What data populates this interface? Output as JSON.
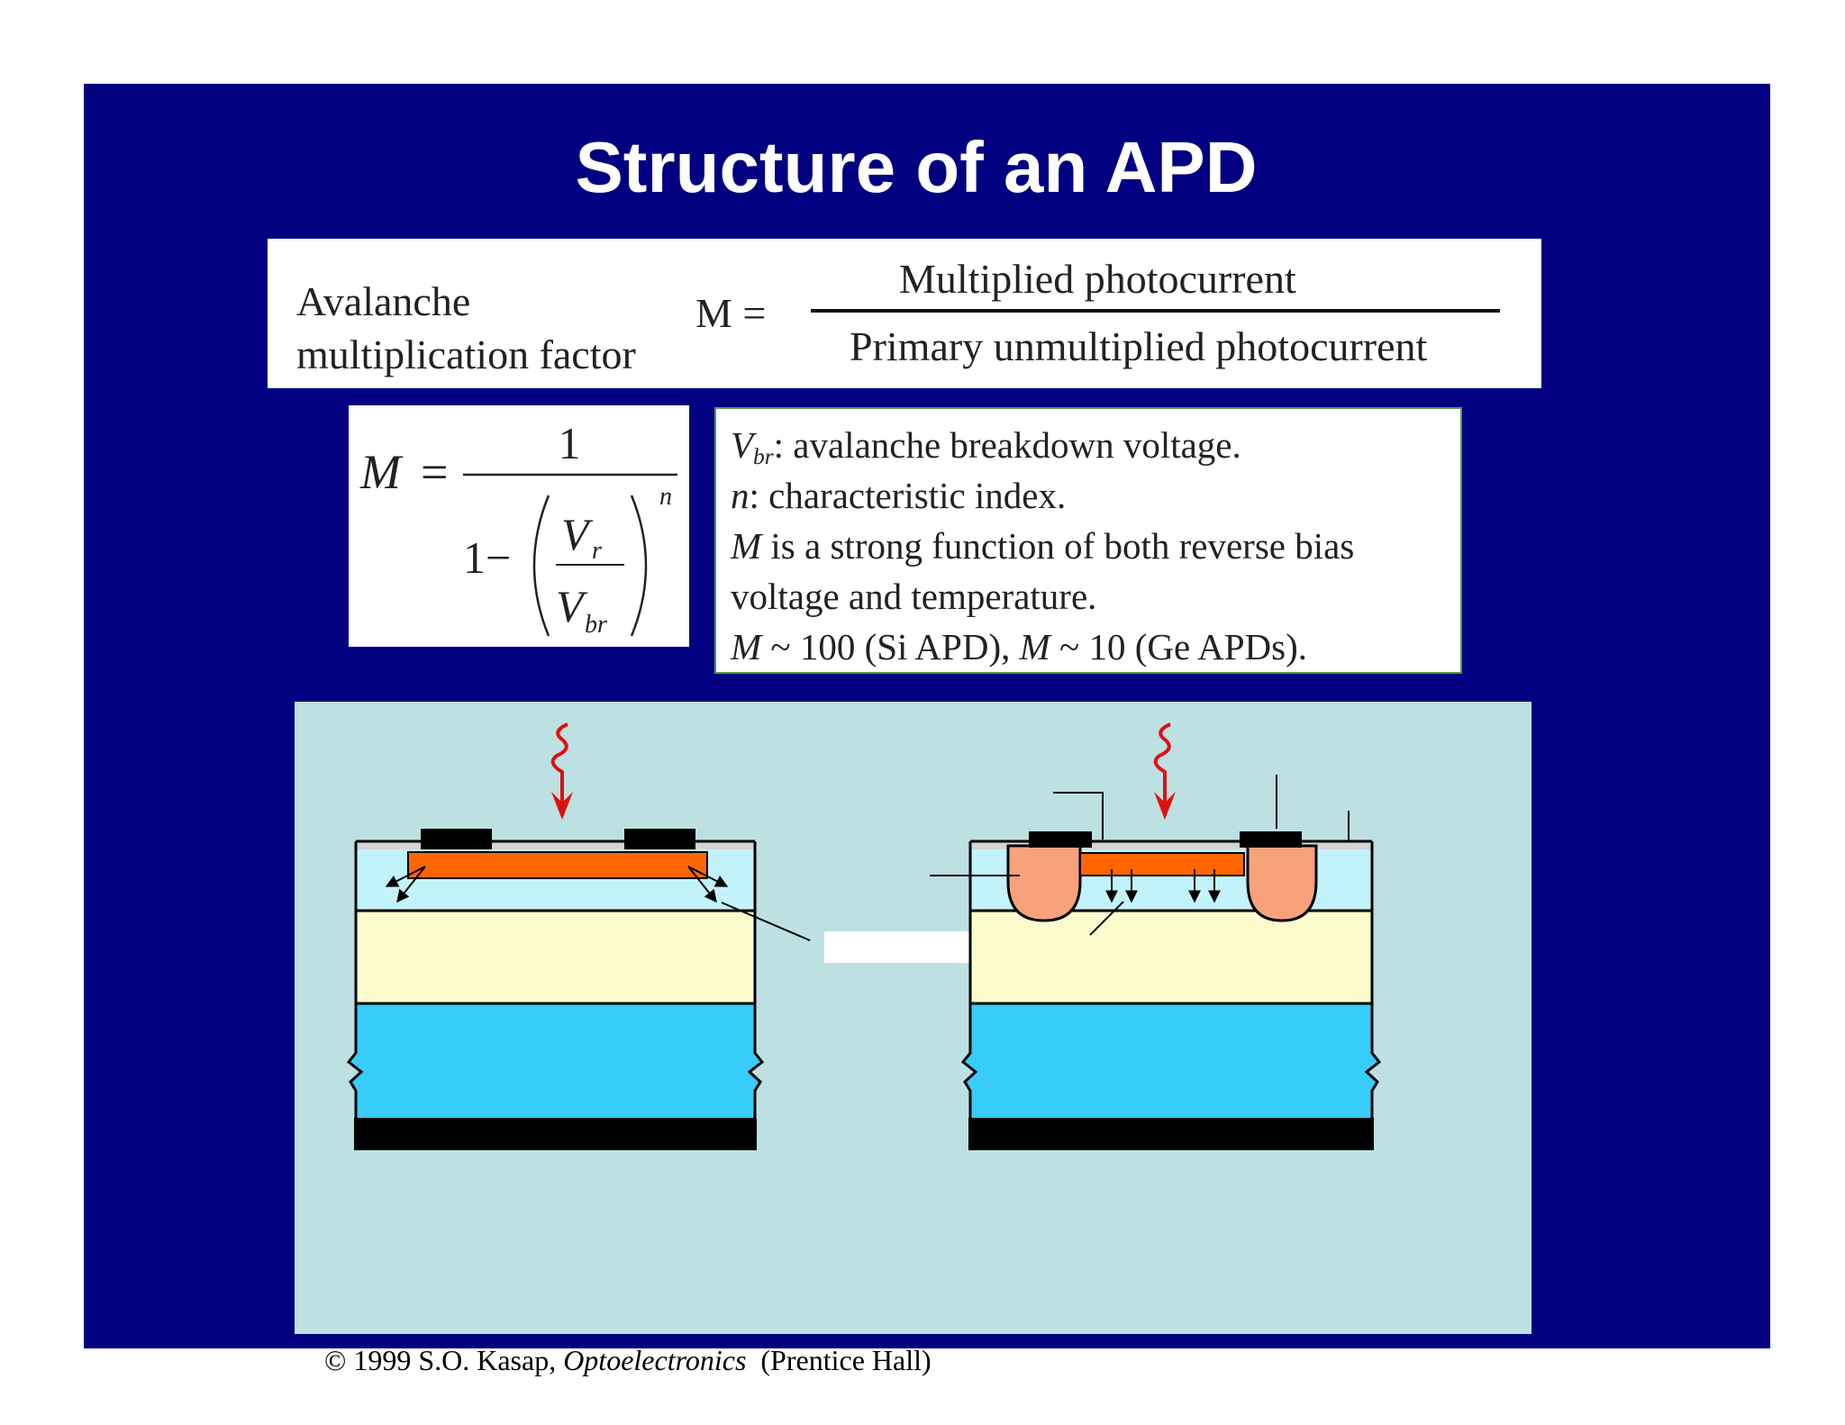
{
  "slide": {
    "title": "Structure of an APD"
  },
  "colors": {
    "slide-bg": "#000080",
    "panel-bg": "#bde0e3",
    "note-border": "#4c9a4c",
    "bar": "#ff6600",
    "ring": "#f8a27c",
    "layer-top": "#c2f3fb",
    "layer-mid": "#fbfbcc",
    "layer-sub": "#38ccfa",
    "contact": "#000000",
    "light": "#e01010",
    "strip": "#d4d4d4"
  },
  "definition_box": {
    "label_line1": "Avalanche",
    "label_line2": "multiplication factor",
    "lhs": "M =",
    "numerator": "Multiplied photocurrent",
    "denominator": "Primary unmultiplied photocurrent"
  },
  "formula": {
    "lhs": "M",
    "equals": "=",
    "numerator": "1",
    "one_minus": "1−",
    "ratio_num_symbol": "V",
    "ratio_num_subscript": "r",
    "ratio_den_symbol": "V",
    "ratio_den_subscript": "br",
    "exponent": "n"
  },
  "notes": {
    "line1": {
      "symbol": "V",
      "subscript": "br",
      "text": ": avalanche breakdown voltage."
    },
    "line2": {
      "symbol": "n",
      "text": ": characteristic index."
    },
    "line3": {
      "symbol": "M",
      "text": " is a strong function of both reverse bias"
    },
    "line4": {
      "text": "voltage and temperature."
    },
    "line5": {
      "symbol_a": "M",
      "text_a": " ~ 100 (Si APD), ",
      "symbol_b": "M",
      "text_b": " ~ 10 (Ge APDs)."
    }
  },
  "copyright": {
    "prefix": "© 1999 S.O. Kasap, ",
    "book": "Optoelectronics",
    "suffix": "  (Prentice Hall)"
  }
}
